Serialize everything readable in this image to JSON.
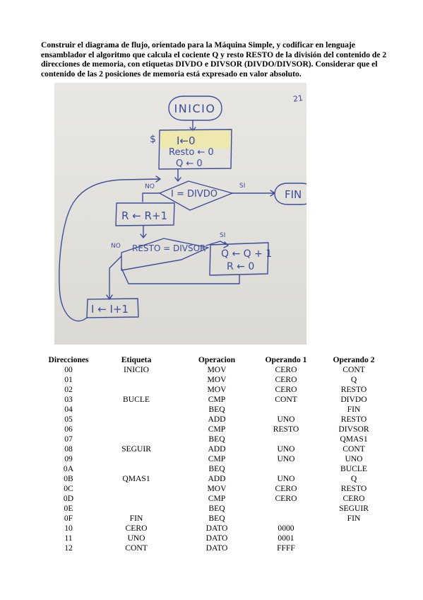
{
  "statement": "Construir el diagrama de flujo, orientado para la Máquina Simple, y codificar en lenguaje ensamblador el algoritmo que calcula el cociente Q y resto RESTO de la división del contenido de 2 direcciones de memoria, con etiquetas DIVDO e DIVSOR (DIVDO/DIVSOR). Considerar que el contenido de las 2 posiciones de memoria está expresado en valor absoluto.",
  "flowchart": {
    "page_number": "21",
    "start": "INICIO",
    "init_line1": "I←0",
    "init_line2": "Resto ← 0",
    "init_line3": "Q ← 0",
    "init_mark": "$",
    "decision1": "I = DIVDO",
    "decision1_yes": "SI",
    "decision1_no": "NO",
    "end": "FIN",
    "inc_resto": "R ← R+1",
    "decision2": "RESTO = DIVSOR",
    "decision2_yes": "SI",
    "decision2_no": "NO",
    "q_line1": "Q ← Q + 1",
    "q_line2": "R ← 0",
    "inc_i": "I ← I+1"
  },
  "program": {
    "headers": [
      "Direcciones",
      "Etiqueta",
      "Operacion",
      "Operando 1",
      "Operando 2"
    ],
    "rows": [
      [
        "00",
        "INICIO",
        "MOV",
        "CERO",
        "CONT"
      ],
      [
        "01",
        "",
        "MOV",
        "CERO",
        "Q"
      ],
      [
        "02",
        "",
        "MOV",
        "CERO",
        "RESTO"
      ],
      [
        "03",
        "BUCLE",
        "CMP",
        "CONT",
        "DIVDO"
      ],
      [
        "04",
        "",
        "BEQ",
        "",
        "FIN"
      ],
      [
        "05",
        "",
        "ADD",
        "UNO",
        "RESTO"
      ],
      [
        "06",
        "",
        "CMP",
        "RESTO",
        "DIVSOR"
      ],
      [
        "07",
        "",
        "BEQ",
        "",
        "QMAS1"
      ],
      [
        "08",
        "SEGUIR",
        "ADD",
        "UNO",
        "CONT"
      ],
      [
        "09",
        "",
        "CMP",
        "UNO",
        "UNO"
      ],
      [
        "0A",
        "",
        "BEQ",
        "",
        "BUCLE"
      ],
      [
        "0B",
        "QMAS1",
        "ADD",
        "UNO",
        "Q"
      ],
      [
        "0C",
        "",
        "MOV",
        "CERO",
        "RESTO"
      ],
      [
        "0D",
        "",
        "CMP",
        "CERO",
        "CERO"
      ],
      [
        "0E",
        "",
        "BEQ",
        "",
        "SEGUIR"
      ],
      [
        "0F",
        "FIN",
        "BEQ",
        "",
        "FIN"
      ],
      [
        "10",
        "CERO",
        "DATO",
        "0000",
        ""
      ],
      [
        "11",
        "UNO",
        "DATO",
        "0001",
        ""
      ],
      [
        "12",
        "CONT",
        "DATO",
        "FFFF",
        ""
      ]
    ]
  }
}
